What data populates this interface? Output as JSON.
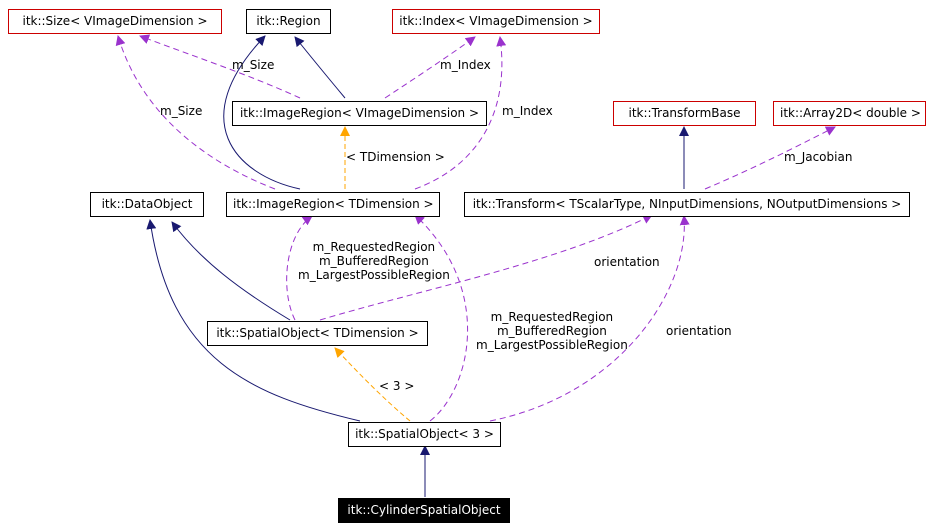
{
  "nodes": {
    "size": "itk::Size< VImageDimension >",
    "region": "itk::Region",
    "index": "itk::Index< VImageDimension >",
    "image_region_v": "itk::ImageRegion< VImageDimension >",
    "transform_base": "itk::TransformBase",
    "array2d": "itk::Array2D< double >",
    "data_object": "itk::DataObject",
    "image_region_t": "itk::ImageRegion< TDimension >",
    "transform": "itk::Transform< TScalarType, NInputDimensions, NOutputDimensions >",
    "spatial_object_t": "itk::SpatialObject< TDimension >",
    "spatial_object_3": "itk::SpatialObject< 3 >",
    "cylinder": "itk::CylinderSpatialObject"
  },
  "edge_labels": {
    "m_size_left": "m_Size",
    "m_size_top": "m_Size",
    "m_index_top": "m_Index",
    "m_index_right": "m_Index",
    "t_dimension": "< TDimension >",
    "m_jacobian": "m_Jacobian",
    "regions_upper": [
      "m_RequestedRegion",
      "m_BufferedRegion",
      "m_LargestPossibleRegion"
    ],
    "orientation_upper": "orientation",
    "regions_lower": [
      "m_RequestedRegion",
      "m_BufferedRegion",
      "m_LargestPossibleRegion"
    ],
    "orientation_lower": "orientation",
    "three": "< 3 >"
  },
  "colors": {
    "inheritance": "#191970",
    "usage": "#9a32cd",
    "template": "#ffa500",
    "external_border": "#cc0000"
  }
}
